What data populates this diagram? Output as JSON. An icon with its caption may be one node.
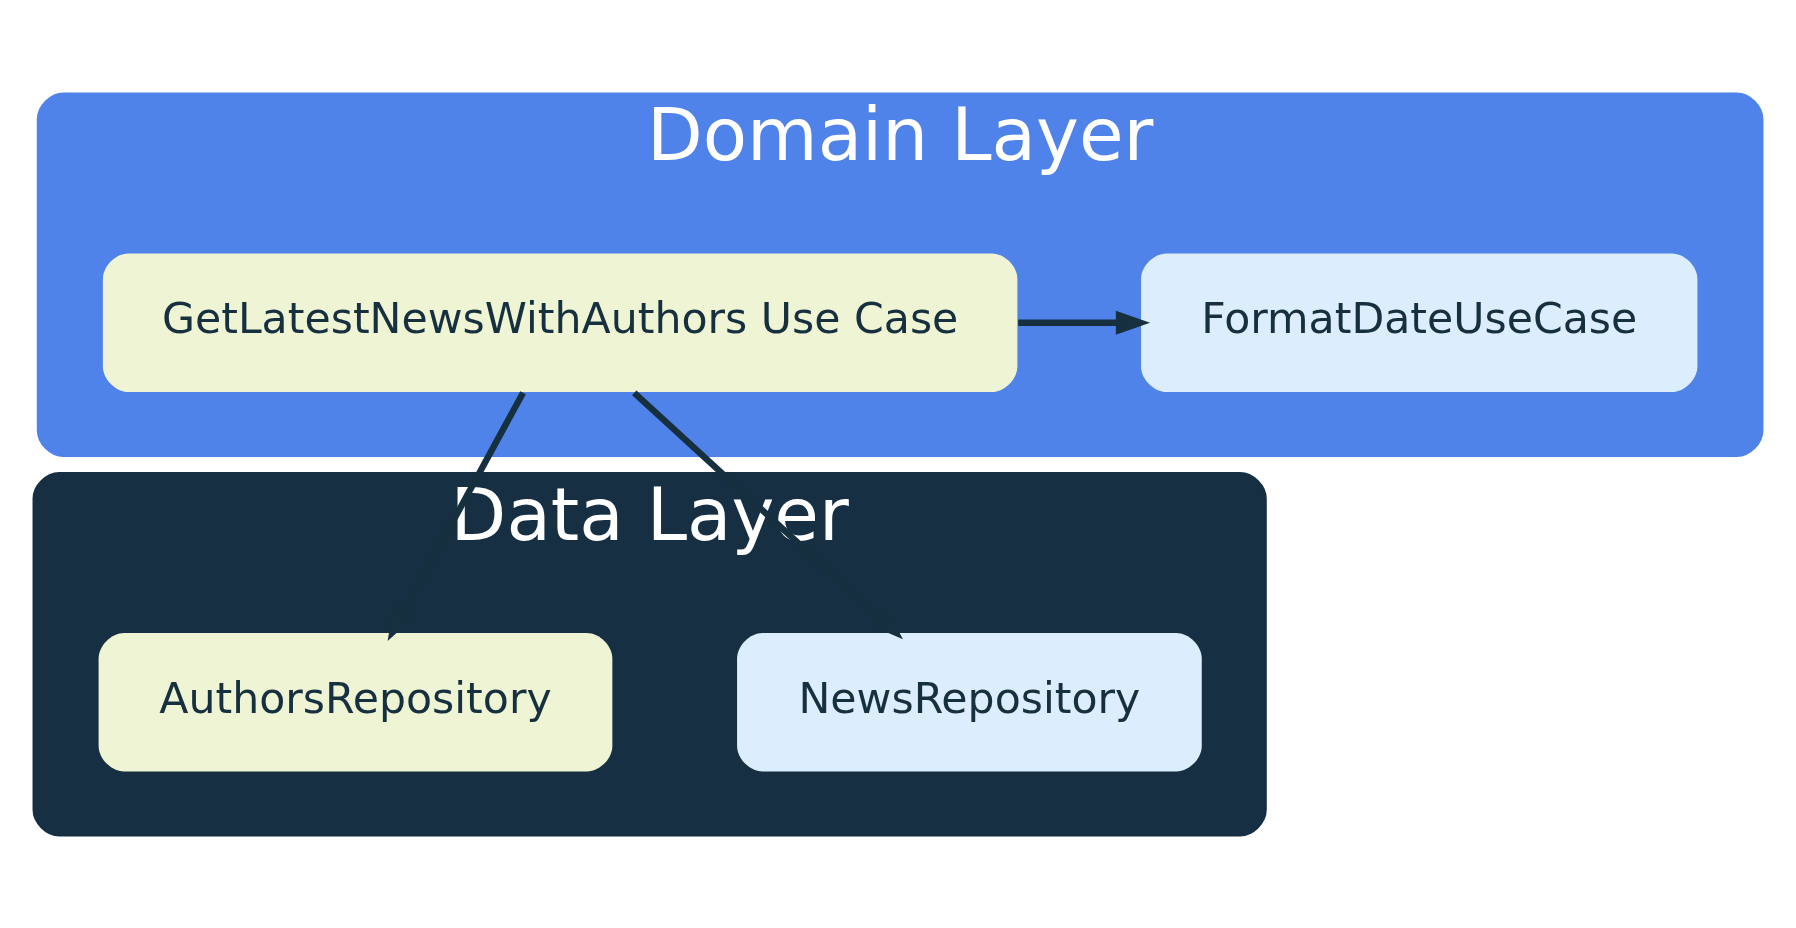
{
  "diagram": {
    "nodes": [
      {
        "text": [
          "Domain Layer"
        ]
      },
      {
        "text": [
          "GetLatestNewsWithAuthors Use Case"
        ],
        "in": 0
      },
      {
        "text": [
          "FormatDateUseCase"
        ],
        "in": 0
      },
      {
        "text": [
          "Data Layer"
        ]
      },
      {
        "text": [
          "NewsRepository"
        ],
        "in": 3
      },
      {
        "text": [
          "AuthorsRepository"
        ],
        "in": 3
      }
    ],
    "edges": [
      {
        "from": 1,
        "to": 2,
        "arrow": "to"
      },
      {
        "from": 1,
        "to": 4,
        "arrow": "to"
      },
      {
        "from": 1,
        "to": 5,
        "arrow": "to"
      }
    ]
  }
}
